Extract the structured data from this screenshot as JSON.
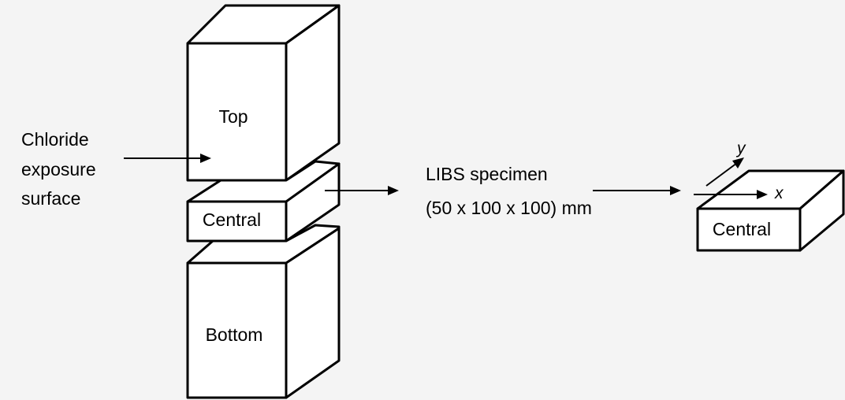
{
  "blocks": {
    "top": "Top",
    "central": "Central",
    "bottom": "Bottom"
  },
  "chloride_label": [
    "Chloride",
    "exposure",
    "surface"
  ],
  "libs_label": [
    "LIBS specimen",
    "(50 x 100 x 100) mm"
  ],
  "specimen": {
    "label": "Central",
    "axis_x": "x",
    "axis_y": "y"
  }
}
